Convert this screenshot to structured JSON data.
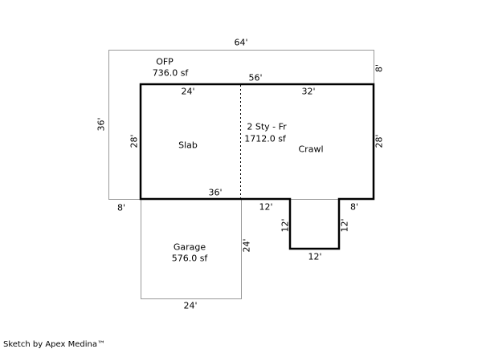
{
  "footer": {
    "credit": "Sketch by Apex Medina™"
  },
  "areas": {
    "ofp": {
      "label": "OFP",
      "area": "736.0 sf"
    },
    "main": {
      "label": "2 Sty - Fr",
      "area": "1712.0 sf"
    },
    "slab": {
      "label": "Slab"
    },
    "crawl": {
      "label": "Crawl"
    },
    "garage": {
      "label": "Garage",
      "area": "576.0 sf"
    }
  },
  "dimensions": {
    "outer_top": "64'",
    "outer_left": "36'",
    "outer_right": "8'",
    "outer_bottom_left": "8'",
    "main_top": "56'",
    "main_top_left": "24'",
    "main_top_right": "32'",
    "main_left": "28'",
    "main_right": "28'",
    "main_bottom": "36'",
    "main_bottom_ext": "12'",
    "notch_left": "12'",
    "notch_bottom": "12'",
    "notch_right": "12'",
    "main_bottom_right": "8'",
    "garage_right": "24'",
    "garage_bottom": "24'"
  },
  "colors": {
    "wall": "#000000",
    "thin_line": "#999999",
    "background": "#ffffff"
  }
}
